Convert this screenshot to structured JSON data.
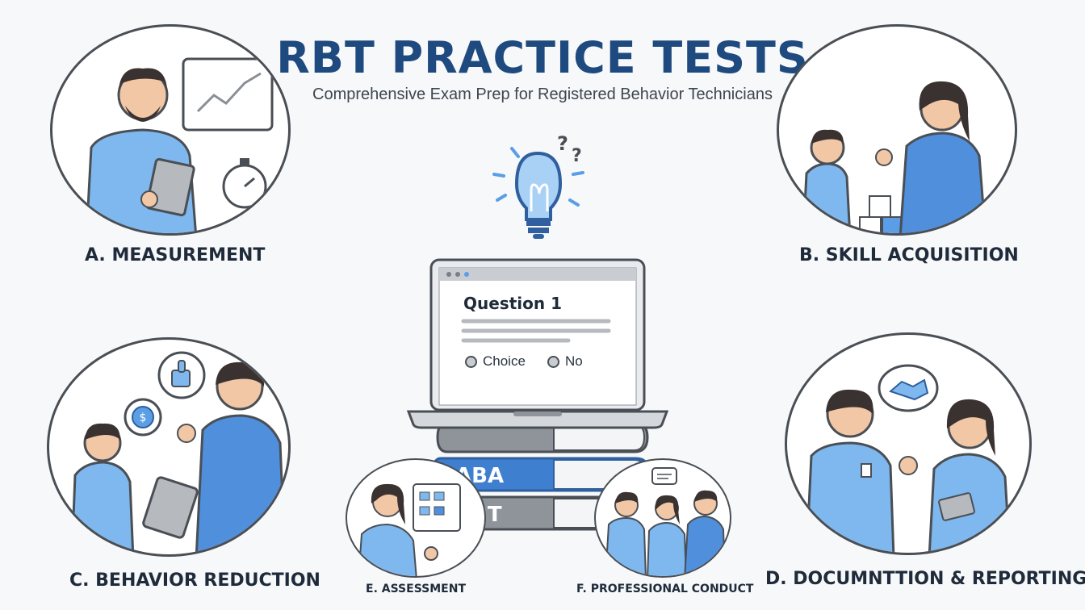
{
  "header": {
    "title": "RBT PRACTICE TESTS",
    "subtitle": "Comprehensive Exam Prep for Registered Behavior Technicians"
  },
  "sections": {
    "a": {
      "label": "A. MEASUREMENT"
    },
    "b": {
      "label": "B. SKILL ACQUISITION"
    },
    "c": {
      "label": "C. BEHAVIOR REDUCTION"
    },
    "d": {
      "label": "D. DOCUMNTTION & REPORTING"
    },
    "e": {
      "label": "E. ASSESSMENT"
    },
    "f": {
      "label": "F. PROFESSIONAL CONDUCT"
    }
  },
  "quiz": {
    "question": "Question 1",
    "choices": [
      "Choice",
      "No"
    ]
  },
  "books": {
    "spine_1": "ABA",
    "spine_2": "RBT"
  },
  "colors": {
    "title": "#1f4a7f",
    "accent_blue": "#5b9ee6",
    "dark_blue": "#2f5f9e",
    "outline": "#4a4f55"
  }
}
